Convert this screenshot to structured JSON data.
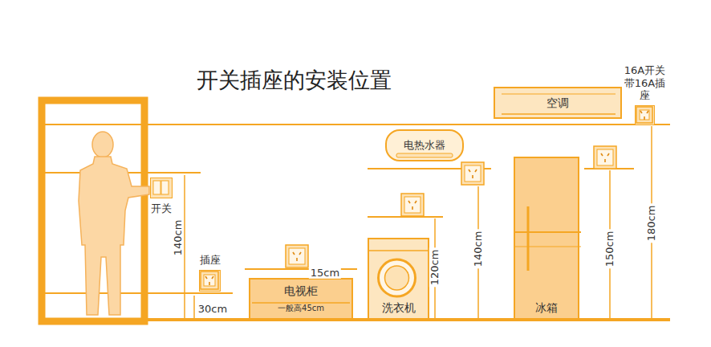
{
  "diagram": {
    "title": "开关插座的安装位置",
    "nodes": [
      {
        "text": [
          "开关"
        ]
      },
      {
        "text": [
          "插座"
        ]
      },
      {
        "text": [
          "电视柜",
          "一般高45cm"
        ]
      },
      {
        "text": [
          "洗衣机"
        ]
      },
      {
        "text": [
          "电热水器"
        ]
      },
      {
        "text": [
          "冰箱"
        ]
      },
      {
        "text": [
          "空调"
        ]
      },
      {
        "text": [
          "16A开关 带16A插座"
        ]
      }
    ],
    "labels": [
      "140cm",
      "30cm",
      "15cm",
      "120cm",
      "140cm",
      "150cm",
      "180cm"
    ]
  }
}
